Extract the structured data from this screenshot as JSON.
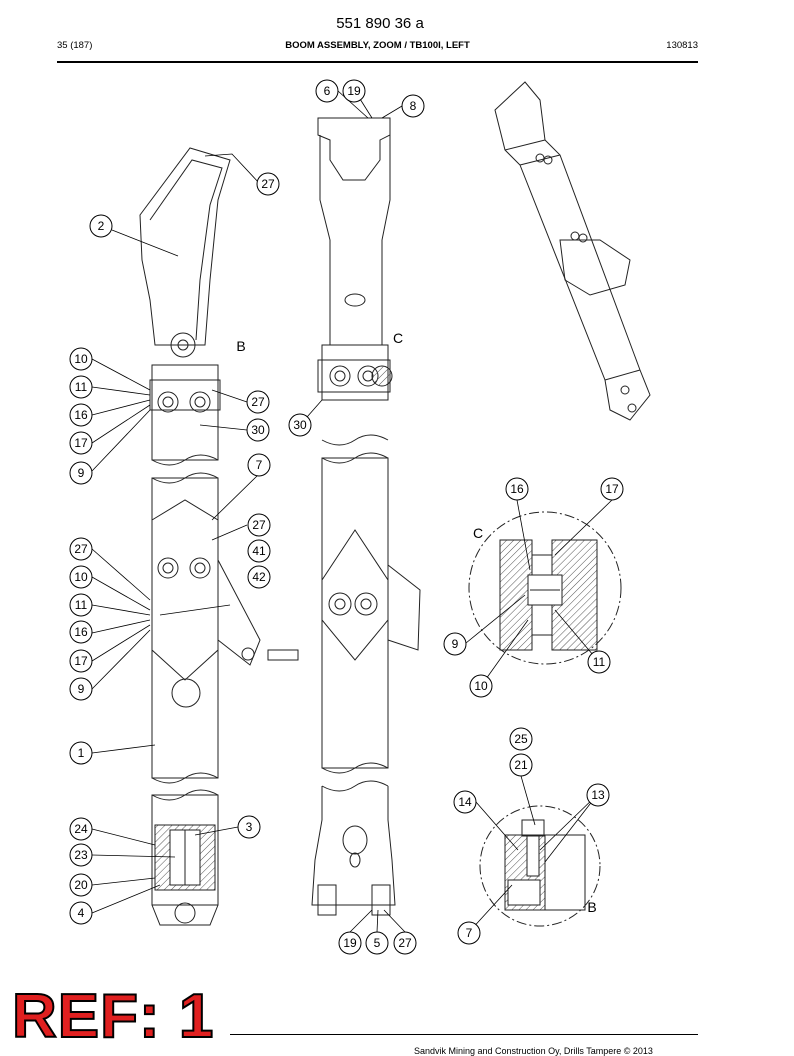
{
  "header": {
    "doc_number": "551 890 36 a",
    "page": "35 (187)",
    "title": "BOOM ASSEMBLY, ZOOM / TB100I, LEFT",
    "date": "130813"
  },
  "callouts": {
    "c6": "6",
    "c19t": "19",
    "c8": "8",
    "c27a": "27",
    "c2": "2",
    "c10a": "10",
    "c11a": "11",
    "c16a": "16",
    "c17a": "17",
    "c9a": "9",
    "c27b": "27",
    "c30a": "30",
    "c30b": "30",
    "c7a": "7",
    "c27c": "27",
    "c41": "41",
    "c42": "42",
    "c27d": "27",
    "c10b": "10",
    "c11b": "11",
    "c16b": "16",
    "c17b": "17",
    "c9b": "9",
    "c1": "1",
    "c24": "24",
    "c3": "3",
    "c23": "23",
    "c20": "20",
    "c4": "4",
    "c19b": "19",
    "c5": "5",
    "c27e": "27",
    "c16c": "16",
    "c17c": "17",
    "c9c": "9",
    "c11c": "11",
    "c10c": "10",
    "c25": "25",
    "c21": "21",
    "c14": "14",
    "c13": "13",
    "c7b": "7"
  },
  "detail_labels": {
    "b1": "B",
    "c1": "C",
    "c2": "C",
    "b2": "B"
  },
  "stamp": "REF: 1",
  "footer": "Sandvik Mining and Construction Oy, Drills Tampere © 2013"
}
